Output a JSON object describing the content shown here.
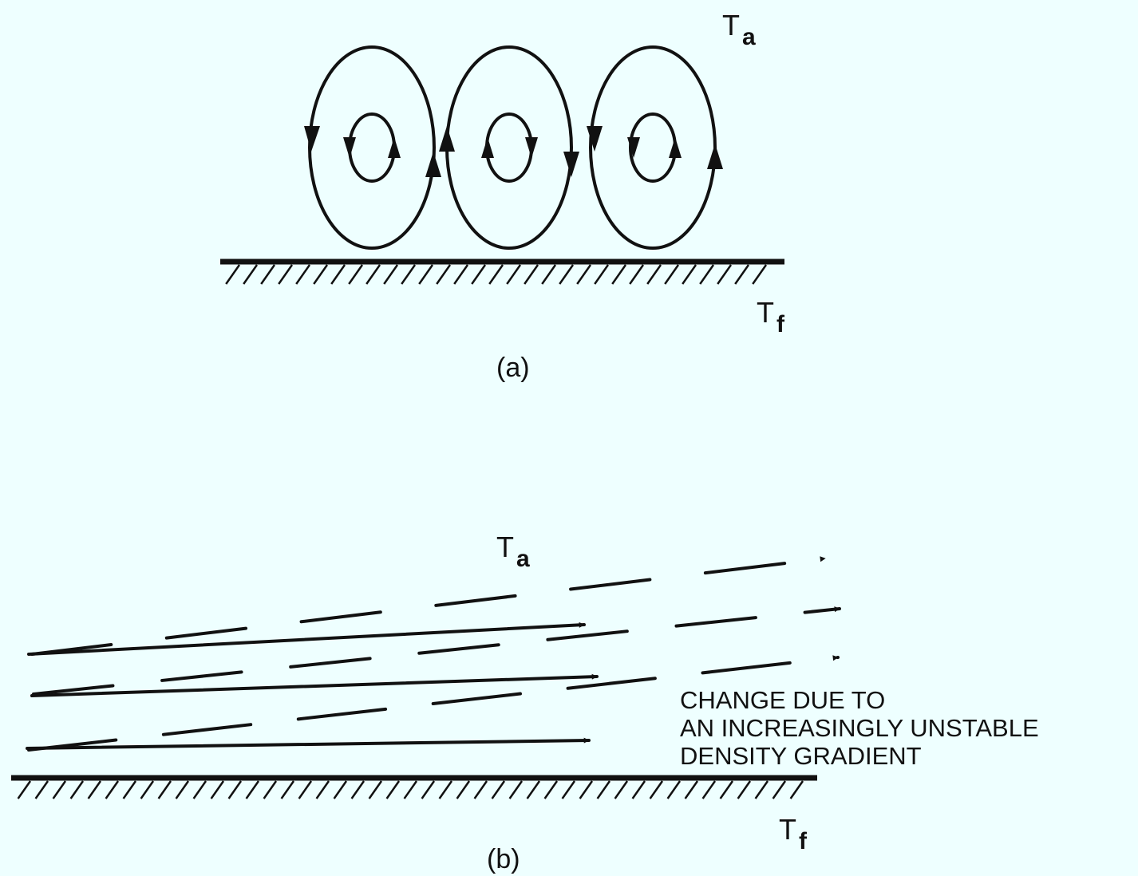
{
  "panel_a": {
    "label": "(a)",
    "temp_air": {
      "main": "T",
      "sub": "a"
    },
    "temp_floor": {
      "main": "T",
      "sub": "f"
    }
  },
  "panel_b": {
    "label": "(b)",
    "temp_air": {
      "main": "T",
      "sub": "a"
    },
    "temp_floor": {
      "main": "T",
      "sub": "f"
    },
    "annotation": [
      "CHANGE DUE TO",
      "AN INCREASINGLY UNSTABLE",
      "DENSITY GRADIENT"
    ]
  },
  "colors": {
    "background": "#eeffff",
    "ink": "#111111"
  }
}
